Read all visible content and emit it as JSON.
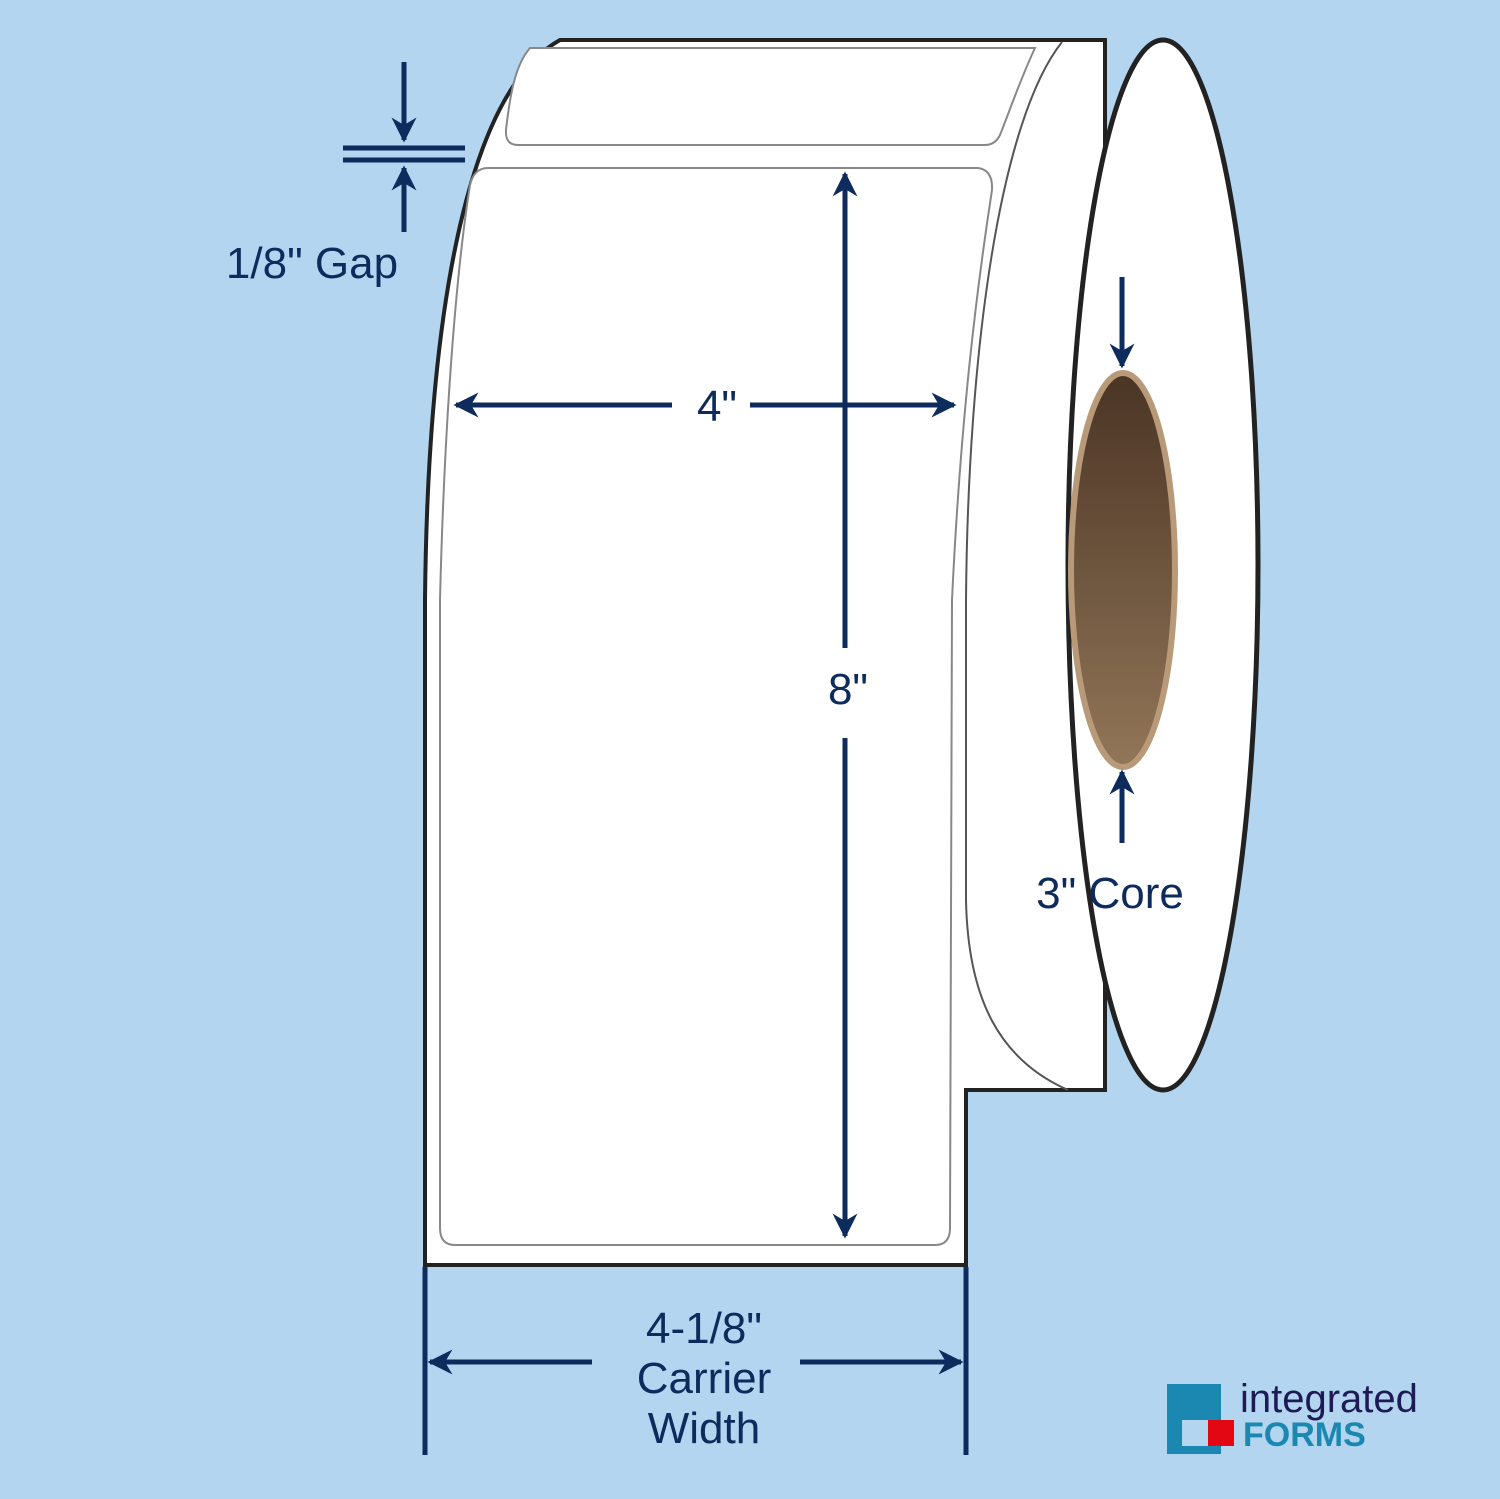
{
  "labels": {
    "gap": "1/8\" Gap",
    "label_width": "4\"",
    "label_height": "8\"",
    "core": "3\" Core",
    "carrier_line1": "4-1/8\"",
    "carrier_line2": "Carrier",
    "carrier_line3": "Width"
  },
  "logo": {
    "line1": "integrated",
    "line2": "FORMS"
  },
  "colors": {
    "background": "#b3d5ef",
    "dimension": "#0d2b5c",
    "core": "#6b5038",
    "logo_blue": "#1a88b0",
    "logo_red": "#e30613"
  }
}
